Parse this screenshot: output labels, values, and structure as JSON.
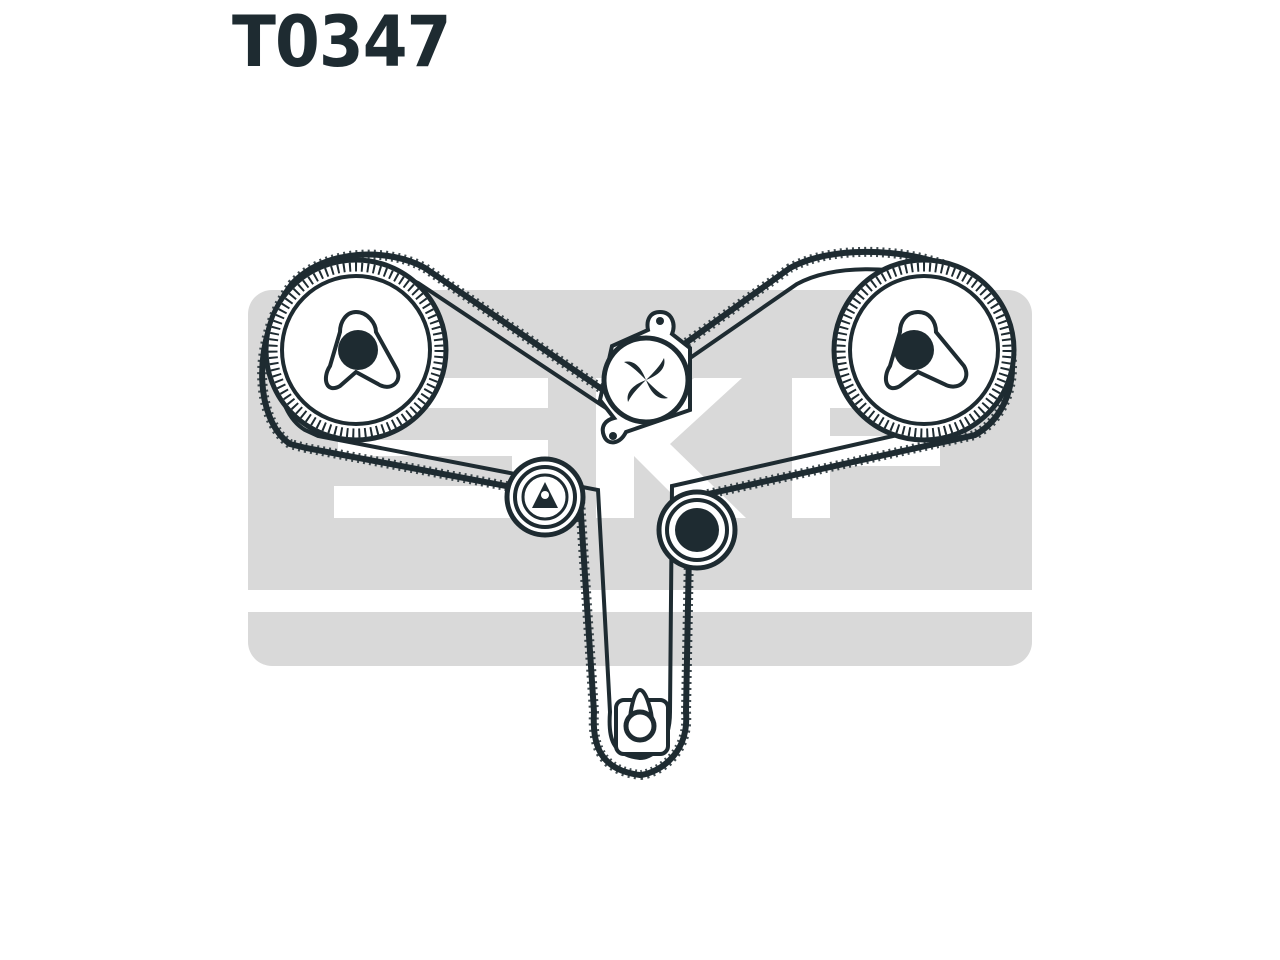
{
  "header": {
    "part_number": "T0347"
  },
  "watermark": {
    "brand": "SKF"
  },
  "colors": {
    "ink": "#1e2b31",
    "watermark_gray": "#d9d9d9",
    "background": "#ffffff"
  },
  "diagram": {
    "components": [
      {
        "name": "left-camshaft-pulley",
        "icon": "toothed-pulley"
      },
      {
        "name": "right-camshaft-pulley",
        "icon": "toothed-pulley"
      },
      {
        "name": "water-pump",
        "icon": "impeller"
      },
      {
        "name": "tensioner",
        "icon": "tensioner-pulley"
      },
      {
        "name": "idler-pulley",
        "icon": "idler-pulley"
      },
      {
        "name": "crankshaft-pulley",
        "icon": "toothed-pulley"
      },
      {
        "name": "timing-belt",
        "icon": "toothed-belt"
      }
    ]
  }
}
